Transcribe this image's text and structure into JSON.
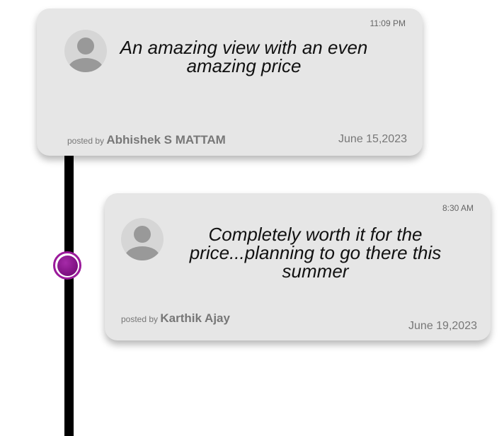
{
  "colors": {
    "card_background": "#e6e6e6",
    "timeline": "#000000",
    "timeline_dot": "#8b168d",
    "text_muted": "#777777"
  },
  "reviews": [
    {
      "time": "11:09 PM",
      "text": "An amazing view with an even amazing price",
      "posted_by_prefix": "posted by",
      "author": "Abhishek S MATTAM",
      "date": "June 15,2023",
      "avatar_icon": "user-avatar-icon"
    },
    {
      "time": "8:30 AM",
      "text": "Completely worth it for the price...planning to go there this summer",
      "posted_by_prefix": "posted by",
      "author": "Karthik Ajay",
      "date": "June 19,2023",
      "avatar_icon": "user-avatar-icon"
    }
  ]
}
